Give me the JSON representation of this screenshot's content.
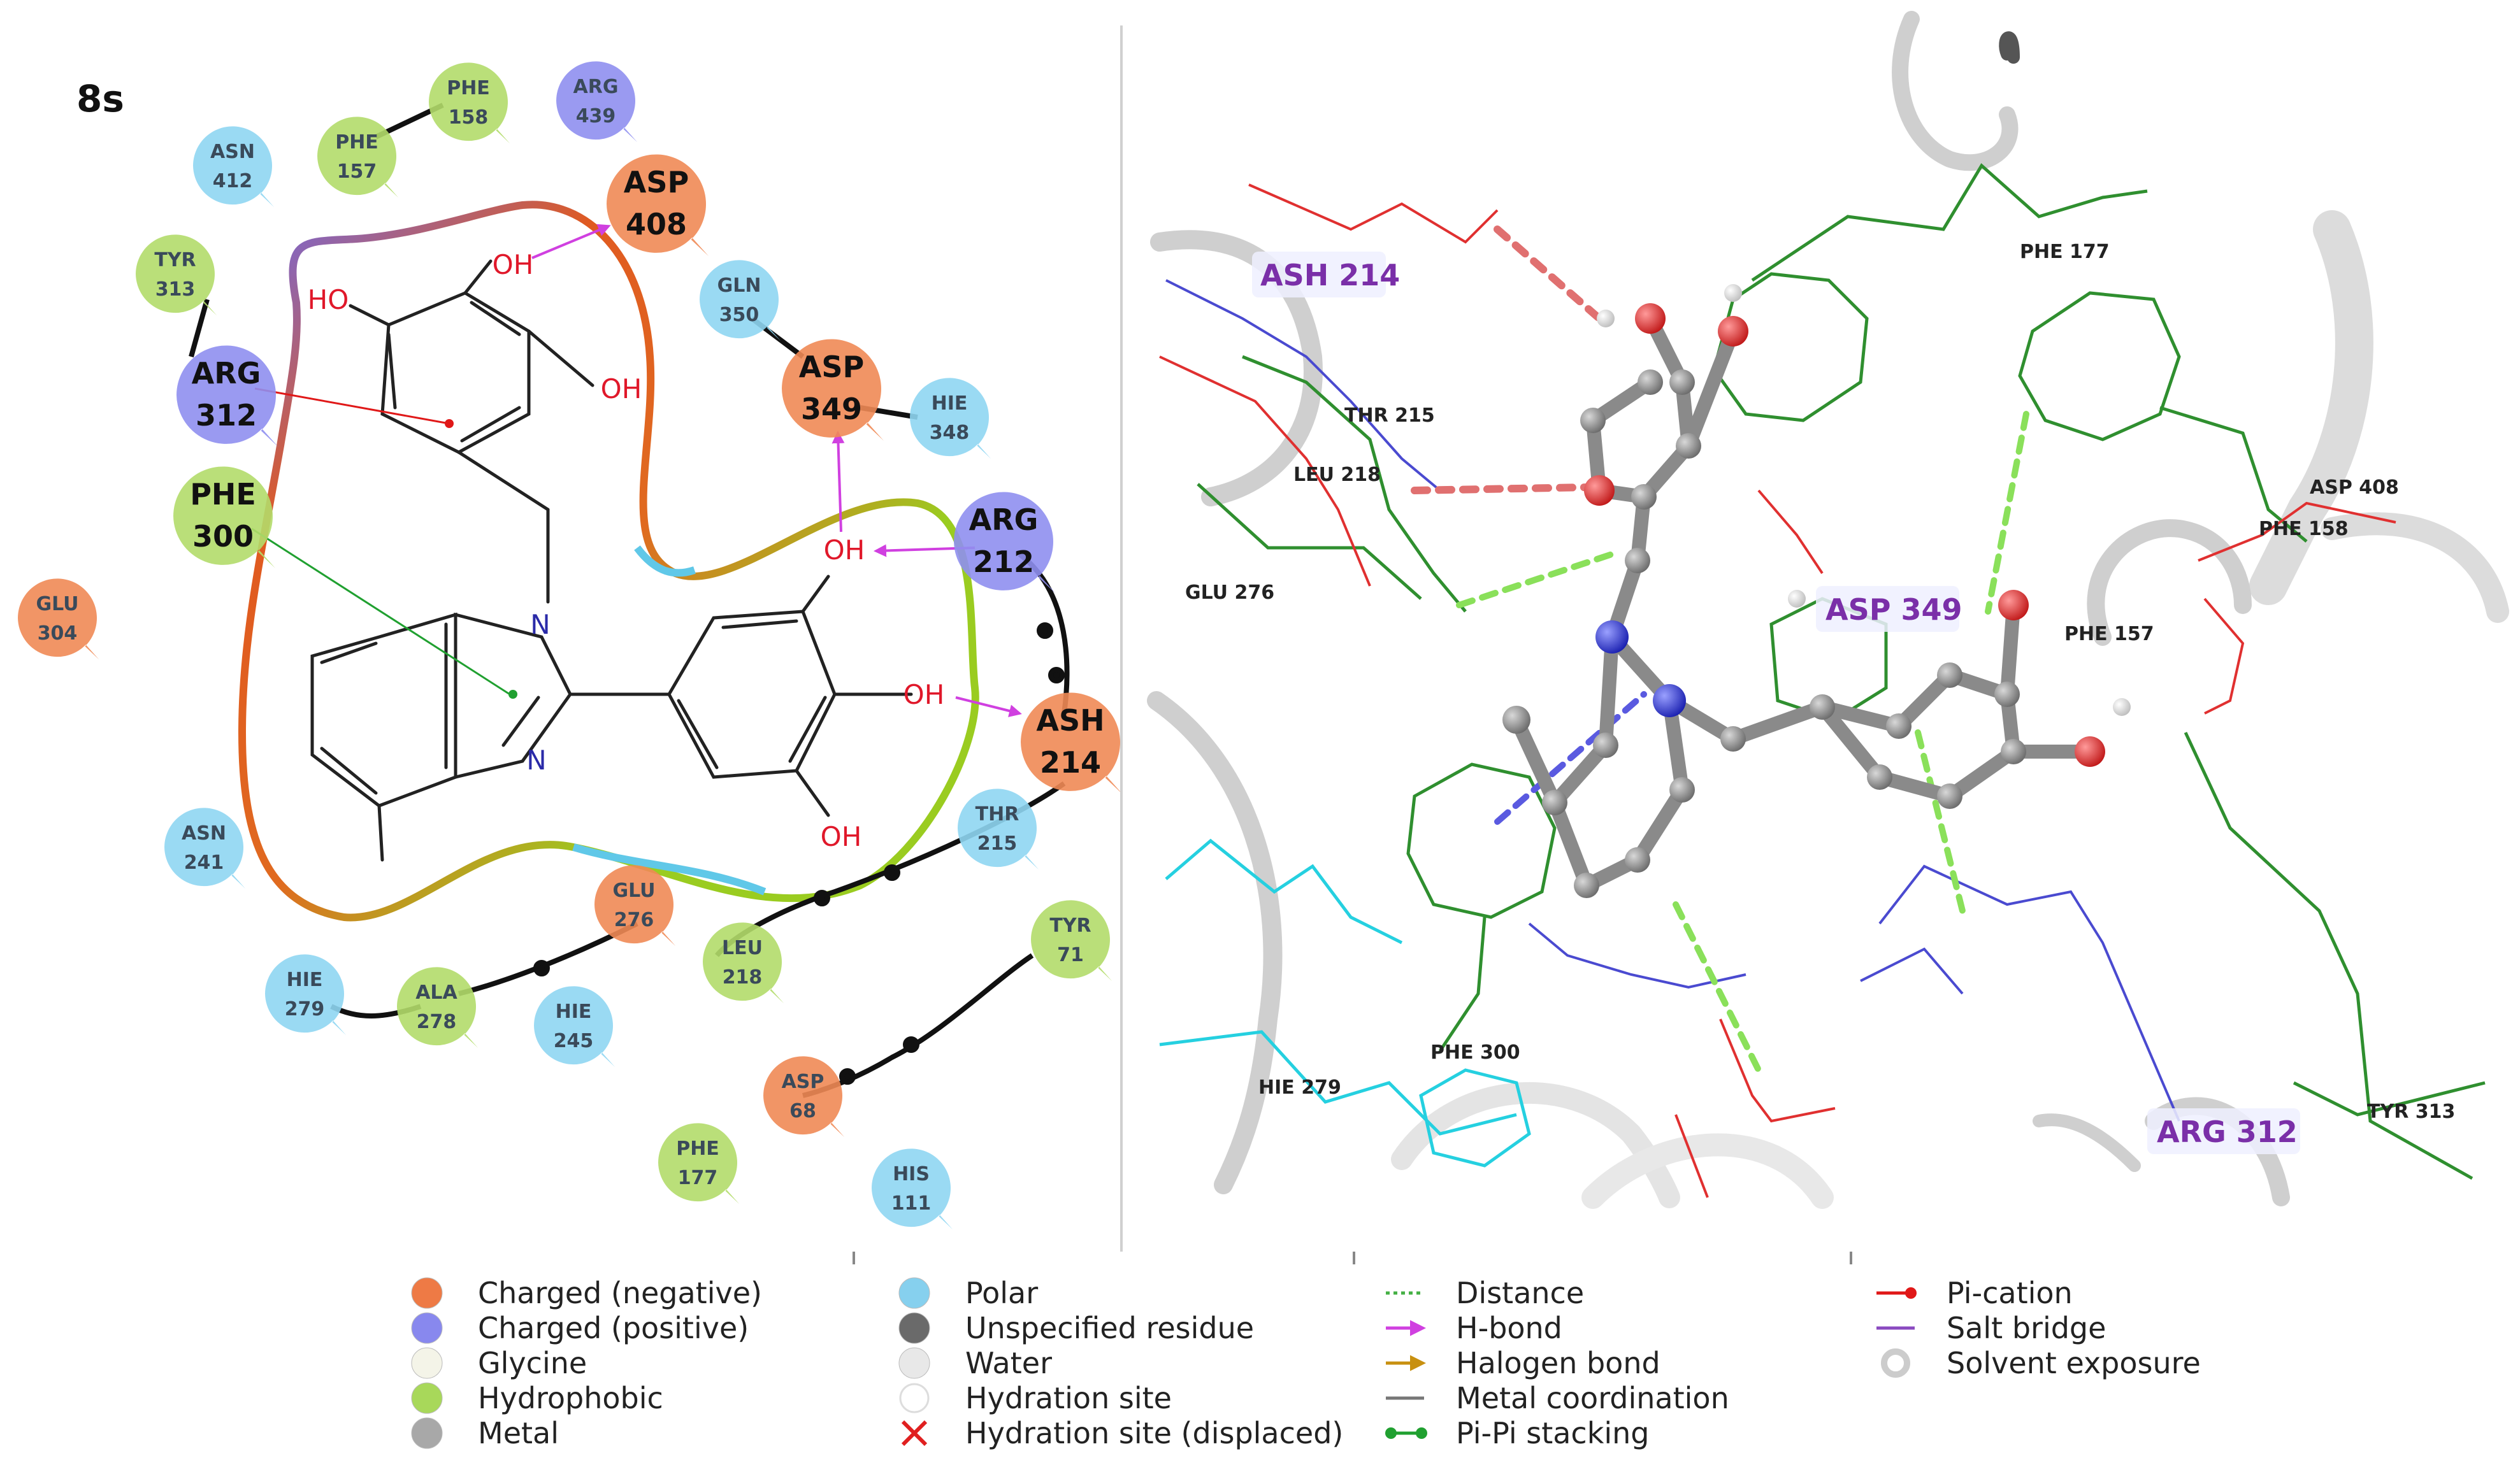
{
  "panel_label": "8s",
  "atoms": {
    "ho": "HO",
    "oh": "OH",
    "n": "N"
  },
  "residues_2d": [
    {
      "id": "asn412",
      "line1": "ASN",
      "line2": "412",
      "type": "polar",
      "color": "#8fd6f2",
      "size": "small"
    },
    {
      "id": "phe157",
      "line1": "PHE",
      "line2": "157",
      "type": "hydrophobic",
      "color": "#b3dc6a",
      "size": "small"
    },
    {
      "id": "phe158",
      "line1": "PHE",
      "line2": "158",
      "type": "hydrophobic",
      "color": "#b3dc6a",
      "size": "small"
    },
    {
      "id": "arg439",
      "line1": "ARG",
      "line2": "439",
      "type": "charged-positive",
      "color": "#8f8ff0",
      "size": "small"
    },
    {
      "id": "asp408",
      "line1": "ASP",
      "line2": "408",
      "type": "charged-negative",
      "color": "#f08a55",
      "size": "large"
    },
    {
      "id": "tyr313",
      "line1": "TYR",
      "line2": "313",
      "type": "hydrophobic",
      "color": "#b3dc6a",
      "size": "small"
    },
    {
      "id": "gln350",
      "line1": "GLN",
      "line2": "350",
      "type": "polar",
      "color": "#8fd6f2",
      "size": "small"
    },
    {
      "id": "asp349",
      "line1": "ASP",
      "line2": "349",
      "type": "charged-negative",
      "color": "#f08a55",
      "size": "large"
    },
    {
      "id": "hie348",
      "line1": "HIE",
      "line2": "348",
      "type": "polar",
      "color": "#8fd6f2",
      "size": "small"
    },
    {
      "id": "arg312",
      "line1": "ARG",
      "line2": "312",
      "type": "charged-positive",
      "color": "#8f8ff0",
      "size": "large"
    },
    {
      "id": "phe300",
      "line1": "PHE",
      "line2": "300",
      "type": "hydrophobic",
      "color": "#b3dc6a",
      "size": "large"
    },
    {
      "id": "arg212",
      "line1": "ARG",
      "line2": "212",
      "type": "charged-positive",
      "color": "#8f8ff0",
      "size": "large"
    },
    {
      "id": "glu304",
      "line1": "GLU",
      "line2": "304",
      "type": "charged-negative",
      "color": "#f08a55",
      "size": "small"
    },
    {
      "id": "ash214",
      "line1": "ASH",
      "line2": "214",
      "type": "charged-negative",
      "color": "#f08a55",
      "size": "large"
    },
    {
      "id": "thr215",
      "line1": "THR",
      "line2": "215",
      "type": "polar",
      "color": "#8fd6f2",
      "size": "small"
    },
    {
      "id": "asn241",
      "line1": "ASN",
      "line2": "241",
      "type": "polar",
      "color": "#8fd6f2",
      "size": "small"
    },
    {
      "id": "glu276",
      "line1": "GLU",
      "line2": "276",
      "type": "charged-negative",
      "color": "#f08a55",
      "size": "small"
    },
    {
      "id": "tyr71",
      "line1": "TYR",
      "line2": "71",
      "type": "hydrophobic",
      "color": "#b3dc6a",
      "size": "small"
    },
    {
      "id": "leu218",
      "line1": "LEU",
      "line2": "218",
      "type": "hydrophobic",
      "color": "#b3dc6a",
      "size": "small"
    },
    {
      "id": "hie279",
      "line1": "HIE",
      "line2": "279",
      "type": "polar",
      "color": "#8fd6f2",
      "size": "small"
    },
    {
      "id": "ala278",
      "line1": "ALA",
      "line2": "278",
      "type": "hydrophobic",
      "color": "#b3dc6a",
      "size": "small"
    },
    {
      "id": "hie245",
      "line1": "HIE",
      "line2": "245",
      "type": "polar",
      "color": "#8fd6f2",
      "size": "small"
    },
    {
      "id": "asp68",
      "line1": "ASP",
      "line2": "68",
      "type": "charged-negative",
      "color": "#f08a55",
      "size": "small"
    },
    {
      "id": "phe177",
      "line1": "PHE",
      "line2": "177",
      "type": "hydrophobic",
      "color": "#b3dc6a",
      "size": "small"
    },
    {
      "id": "his111",
      "line1": "HIS",
      "line2": "111",
      "type": "polar",
      "color": "#8fd6f2",
      "size": "small"
    }
  ],
  "residues_3d": {
    "ash214": "ASH 214",
    "phe177": "PHE 177",
    "thr215": "THR 215",
    "leu218": "LEU 218",
    "glu276": "GLU 276",
    "asp408": "ASP 408",
    "phe158": "PHE 158",
    "asp349": "ASP 349",
    "phe157": "PHE 157",
    "hie279": "HIE 279",
    "phe300": "PHE 300",
    "arg312": "ARG 312",
    "tyr313": "TYR 313"
  },
  "legend": [
    {
      "label": "Charged (negative)",
      "marker": "circle",
      "color": "#ee7a45"
    },
    {
      "label": "Charged (positive)",
      "marker": "circle",
      "color": "#8888ee"
    },
    {
      "label": "Glycine",
      "marker": "circle",
      "color": "#f4f4e8"
    },
    {
      "label": "Hydrophobic",
      "marker": "circle",
      "color": "#a8d85a"
    },
    {
      "label": "Metal",
      "marker": "circle",
      "color": "#a8a8a8"
    },
    {
      "label": "Polar",
      "marker": "circle",
      "color": "#86d0ee"
    },
    {
      "label": "Unspecified residue",
      "marker": "circle",
      "color": "#6a6a6a"
    },
    {
      "label": "Water",
      "marker": "circle",
      "color": "#e8e8e8"
    },
    {
      "label": "Hydration site",
      "marker": "circle-outline",
      "color": "#dddddd"
    },
    {
      "label": "Hydration site (displaced)",
      "marker": "cross",
      "color": "#e02020"
    },
    {
      "label": "Distance",
      "marker": "dotted-line",
      "color": "#44b044"
    },
    {
      "label": "H-bond",
      "marker": "arrow",
      "color": "#d040e0"
    },
    {
      "label": "Halogen bond",
      "marker": "arrow",
      "color": "#c89010"
    },
    {
      "label": "Metal coordination",
      "marker": "line",
      "color": "#777777"
    },
    {
      "label": "Pi-Pi stacking",
      "marker": "dot-line",
      "color": "#20a030"
    },
    {
      "label": "Pi-cation",
      "marker": "dot-line",
      "color": "#e01818"
    },
    {
      "label": "Salt bridge",
      "marker": "line",
      "color": "#8a4ac0"
    },
    {
      "label": "Solvent exposure",
      "marker": "ring",
      "color": "#cccccc"
    }
  ],
  "colors": {
    "negative": "#f08a55",
    "positive": "#8f8ff0",
    "hydrophobic": "#b3dc6a",
    "polar": "#8fd6f2",
    "hbond": "#d040e0",
    "pi_pi": "#20a030",
    "pi_cation": "#e01818"
  }
}
